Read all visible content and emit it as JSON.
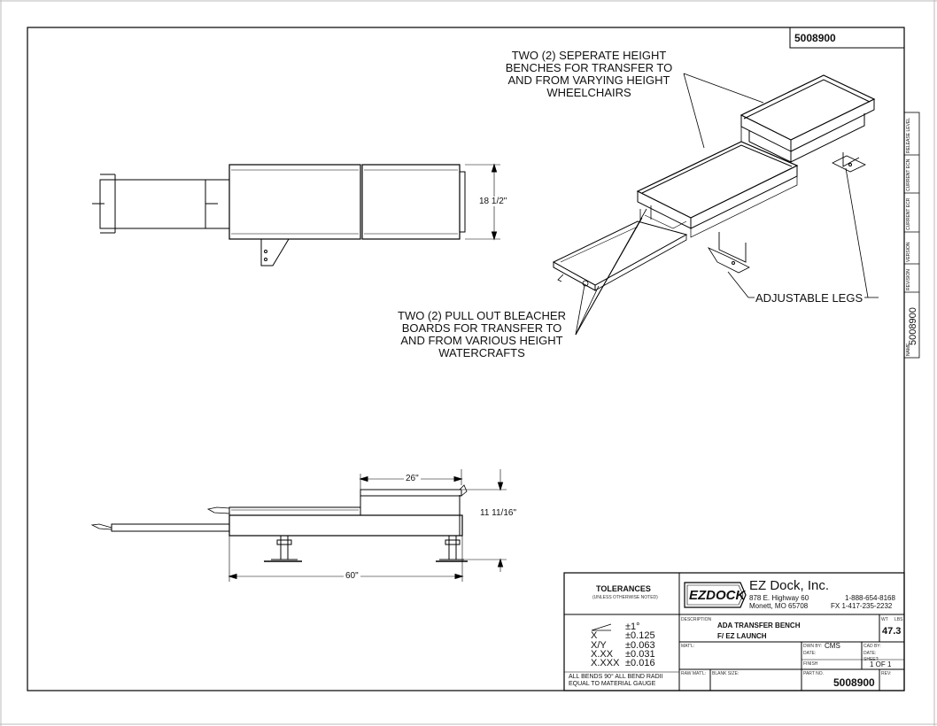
{
  "header_part_number": "5008900",
  "callouts": {
    "benches": "TWO (2) SEPERATE HEIGHT\nBENCHES FOR TRANSFER TO\nAND FROM VARYING HEIGHT\nWHEELCHAIRS",
    "bleachers": "TWO (2) PULL OUT BLEACHER\nBOARDS FOR TRANSFER TO\nAND FROM VARIOUS HEIGHT\nWATERCRAFTS",
    "legs": "ADJUSTABLE LEGS"
  },
  "dimensions": {
    "width": "18 1/2\"",
    "top_bench_length": "26\"",
    "height": "11 11/16\"",
    "overall_length": "60\""
  },
  "side_strip": {
    "release_level": "RELEASE LEVEL",
    "current_ecn": "CURRENT ECN",
    "current_ecr": "CURRENT ECR",
    "version": "VERSION",
    "revision": "REVISION",
    "name_label": "NAME",
    "name_value": "5008900"
  },
  "title_block": {
    "tolerances_title": "TOLERANCES",
    "tolerances_sub": "(UNLESS OTHERWISE NOTED)",
    "tolerances": [
      {
        "label": "",
        "value": "±1°"
      },
      {
        "label": "X",
        "value": "±0.125"
      },
      {
        "label": "X/Y",
        "value": "±0.063"
      },
      {
        "label": "X.XX",
        "value": "±0.031"
      },
      {
        "label": "X.XXX",
        "value": "±0.016"
      }
    ],
    "bends_note_1": "ALL BENDS 90°   ALL BEND RADII",
    "bends_note_2": "EQUAL TO MATERIAL GAUGE",
    "logo_text": "EZDOCK",
    "company_name": "EZ Dock, Inc.",
    "address_1": "878 E. Highway 60",
    "address_2": "Monett, MO 65708",
    "phone": "1-888-654-8168",
    "fax": "FX  1-417-235-2232",
    "description_label": "DESCRIPTION",
    "description_1": "ADA TRANSFER BENCH",
    "description_2": "F/ EZ LAUNCH",
    "wt_label": "WT",
    "lbs_label": "LBS",
    "weight": "47.3",
    "matl_label": "MAT'L:",
    "dwn_by_label": "DWN BY:",
    "dwn_by_value": "CMS",
    "date_label": "DATE:",
    "cad_by_label": "CAD BY:",
    "cad_date_label": "DATE:",
    "finish_label": "FINISH",
    "sheet_label": "SHEET:",
    "sheet_value": "1 OF 1",
    "raw_matl_label": "RAW MAT'L:",
    "blank_size_label": "BLANK SIZE:",
    "part_no_label": "PART NO.",
    "part_no": "5008900",
    "rev_label": "REV:"
  }
}
